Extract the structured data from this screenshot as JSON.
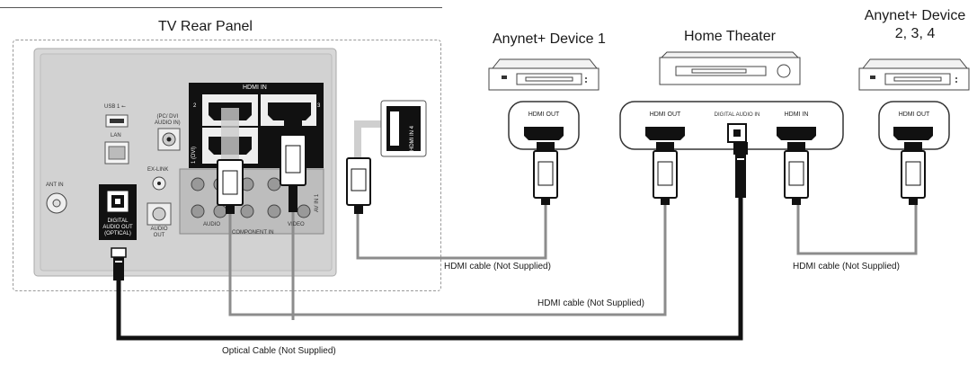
{
  "tv": {
    "title": "TV Rear Panel",
    "hdmi_in_header": "HDMI IN",
    "hdmi_port_1": "1 (DVI)",
    "hdmi_port_2": "2",
    "hdmi_port_3": "3",
    "hdmi_port_4": "HDMI IN 4",
    "usb": "USB 1 ⭠",
    "lan": "LAN",
    "pc_dvi_audio": "(PC/ DVI\nAUDIO IN)",
    "ex_link": "EX-LINK",
    "ant_in": "ANT IN",
    "digital_audio_out": "DIGITAL\nAUDIO OUT\n(OPTICAL)",
    "audio_out": "AUDIO\nOUT",
    "component_in": "COMPONENT IN",
    "av_in": "AV IN 1",
    "audio": "AUDIO",
    "video": "VIDEO"
  },
  "devices": {
    "device1": {
      "title": "Anynet+ Device 1",
      "port": "HDMI OUT"
    },
    "home_theater": {
      "title": "Home Theater",
      "port_hdmi_out": "HDMI OUT",
      "port_digital": "DIGITAL AUDIO IN",
      "port_hdmi_in": "HDMI IN"
    },
    "device234": {
      "title_line1": "Anynet+ Device",
      "title_line2": "2, 3, 4",
      "port": "HDMI OUT"
    }
  },
  "cables": {
    "hdmi_device1": "HDMI cable (Not Supplied)",
    "hdmi_ht": "HDMI cable (Not Supplied)",
    "hdmi_device234": "HDMI cable (Not Supplied)",
    "optical": "Optical Cable (Not Supplied)"
  },
  "colors": {
    "panel": "#d6d6d6",
    "panel_border": "#999999",
    "cable_gray": "#8c8c8c",
    "cable_black": "#111111",
    "port_black": "#111111"
  }
}
